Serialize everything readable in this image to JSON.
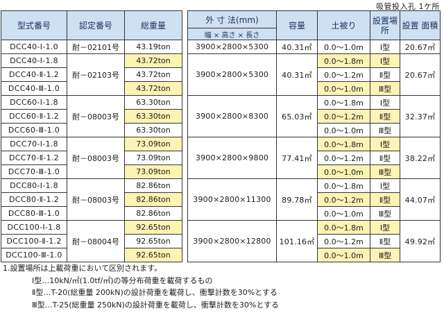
{
  "caption": "吸管投入孔  1ケ所",
  "header": {
    "model": "型式番号",
    "cert": "認定番号",
    "weight": "総重量",
    "dims": "外 寸 法(mm)",
    "dims_sub": "幅 × 高さ × 長さ",
    "capacity": "容量",
    "cover": "土被り",
    "location": "設置場所",
    "area": "設置 面積"
  },
  "groups": [
    {
      "cert": "耐－02101号",
      "dims": "3900×2800×5300",
      "capacity": "40.31㎥",
      "area": "20.67㎡",
      "rows": [
        {
          "model": "DCC40-Ⅰ-1.0",
          "weight": "43.19ton",
          "weight_hl": false,
          "cover": "0.0～1.0m",
          "cover_hl": false,
          "loc": "Ⅰ型",
          "loc_hl": false
        }
      ]
    },
    {
      "cert": "耐－02103号",
      "dims": "3900×2800×5300",
      "capacity": "40.31㎥",
      "area": "20.67㎡",
      "rows": [
        {
          "model": "DCC40-Ⅰ-1.8",
          "weight": "43.72ton",
          "weight_hl": true,
          "cover": "0.0～1.8m",
          "cover_hl": true,
          "loc": "Ⅰ型",
          "loc_hl": true
        },
        {
          "model": "DCC40-Ⅱ-1.2",
          "weight": "43.72ton",
          "weight_hl": false,
          "cover": "0.0～1.2m",
          "cover_hl": false,
          "loc": "Ⅱ型",
          "loc_hl": false
        },
        {
          "model": "DCC40-Ⅲ-1.0",
          "weight": "43.72ton",
          "weight_hl": true,
          "cover": "0.0～1.0m",
          "cover_hl": true,
          "loc": "Ⅲ型",
          "loc_hl": true
        }
      ]
    },
    {
      "cert": "耐－08003号",
      "dims": "3900×2800×8300",
      "capacity": "65.03㎥",
      "area": "32.37㎡",
      "rows": [
        {
          "model": "DCC60-Ⅰ-1.8",
          "weight": "63.30ton",
          "weight_hl": false,
          "cover": "0.0～1.8m",
          "cover_hl": false,
          "loc": "Ⅰ型",
          "loc_hl": false
        },
        {
          "model": "DCC60-Ⅱ-1.2",
          "weight": "63.30ton",
          "weight_hl": true,
          "cover": "0.0～1.2m",
          "cover_hl": true,
          "loc": "Ⅱ型",
          "loc_hl": true
        },
        {
          "model": "DCC60-Ⅲ-1.0",
          "weight": "63.30ton",
          "weight_hl": false,
          "cover": "0.0～1.0m",
          "cover_hl": false,
          "loc": "Ⅲ型",
          "loc_hl": false
        }
      ]
    },
    {
      "cert": "耐－08003号",
      "dims": "3900×2800×9800",
      "capacity": "77.41㎥",
      "area": "38.22㎡",
      "rows": [
        {
          "model": "DCC70-Ⅰ-1.8",
          "weight": "73.09ton",
          "weight_hl": true,
          "cover": "0.0～1.8m",
          "cover_hl": true,
          "loc": "Ⅰ型",
          "loc_hl": true
        },
        {
          "model": "DCC70-Ⅱ-1.2",
          "weight": "73.09ton",
          "weight_hl": false,
          "cover": "0.0～1.2m",
          "cover_hl": false,
          "loc": "Ⅱ型",
          "loc_hl": false
        },
        {
          "model": "DCC70-Ⅲ-1.0",
          "weight": "73.09ton",
          "weight_hl": true,
          "cover": "0.0～1.0m",
          "cover_hl": true,
          "loc": "Ⅲ型",
          "loc_hl": true
        }
      ]
    },
    {
      "cert": "耐－08003号",
      "dims": "3900×2800×11300",
      "capacity": "89.78㎥",
      "area": "44.07㎡",
      "rows": [
        {
          "model": "DCC80-Ⅰ-1.8",
          "weight": "82.86ton",
          "weight_hl": false,
          "cover": "0.0～1.8m",
          "cover_hl": false,
          "loc": "Ⅰ型",
          "loc_hl": false
        },
        {
          "model": "DCC80-Ⅱ-1.2",
          "weight": "82.86ton",
          "weight_hl": true,
          "cover": "0.0～1.2m",
          "cover_hl": true,
          "loc": "Ⅱ型",
          "loc_hl": true
        },
        {
          "model": "DCC80-Ⅲ-1.0",
          "weight": "82.86ton",
          "weight_hl": false,
          "cover": "0.0～1.0m",
          "cover_hl": false,
          "loc": "Ⅲ型",
          "loc_hl": false
        }
      ]
    },
    {
      "cert": "耐－08004号",
      "dims": "3900×2800×12800",
      "capacity": "101.16㎥",
      "area": "49.92㎡",
      "rows": [
        {
          "model": "DCC100-Ⅰ-1.8",
          "weight": "92.65ton",
          "weight_hl": true,
          "cover": "0.0～1.8m",
          "cover_hl": true,
          "loc": "Ⅰ型",
          "loc_hl": true
        },
        {
          "model": "DCC100-Ⅱ-1.2",
          "weight": "92.65ton",
          "weight_hl": false,
          "cover": "0.0～1.2m",
          "cover_hl": false,
          "loc": "Ⅱ型",
          "loc_hl": false
        },
        {
          "model": "DCC100-Ⅲ-1.0",
          "weight": "92.65ton",
          "weight_hl": true,
          "cover": "0.0～1.0m",
          "cover_hl": true,
          "loc": "Ⅲ型",
          "loc_hl": true
        }
      ]
    }
  ],
  "notes": [
    "1.設置場所は上載荷重において区別されます。",
    "Ⅰ型…10kN/㎡(1.0tf/㎡)の等分布荷重を載荷するもの",
    "Ⅱ型…T-20(総重量 200kN)の設計荷重を載荷し、衝撃計数を30%とする",
    "Ⅲ型…T-25(総重量 250kN)の設計荷重を載荷し、衝撃計数を30%とする"
  ],
  "colors": {
    "header_bg": "#cfe0f3",
    "highlight": "#fbf4b4",
    "border": "#333333"
  }
}
